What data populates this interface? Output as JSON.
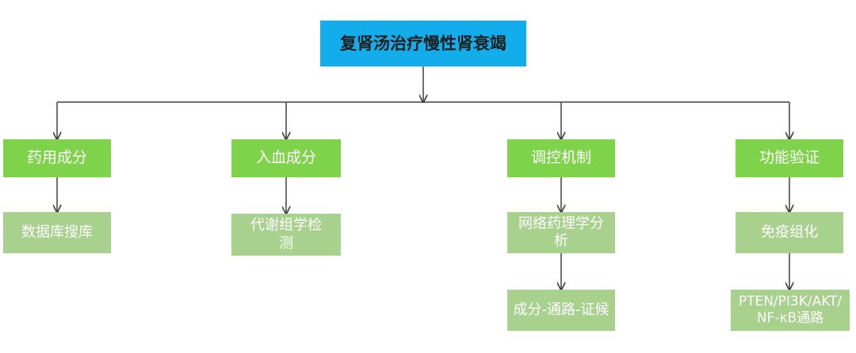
{
  "diagram": {
    "root": {
      "label": "复肾汤治疗慢性肾衰竭"
    },
    "branches": [
      {
        "label": "药用成分",
        "children": [
          {
            "label": "数据库搜库"
          }
        ]
      },
      {
        "label": "入血成分",
        "children": [
          {
            "label": "代谢组学检测"
          }
        ]
      },
      {
        "label": "调控机制",
        "children": [
          {
            "label": "网络药理学分析"
          },
          {
            "label": "成分-通路-证候"
          }
        ]
      },
      {
        "label": "功能验证",
        "children": [
          {
            "label": "免疫组化"
          },
          {
            "label": "PTEN/PI3K/AKT/NF-κB通路"
          }
        ]
      }
    ]
  },
  "colors": {
    "root_fill": "#12adea",
    "level1_fill": "#7fd34a",
    "level2_fill": "#a9d18e",
    "connector": "#404040"
  }
}
